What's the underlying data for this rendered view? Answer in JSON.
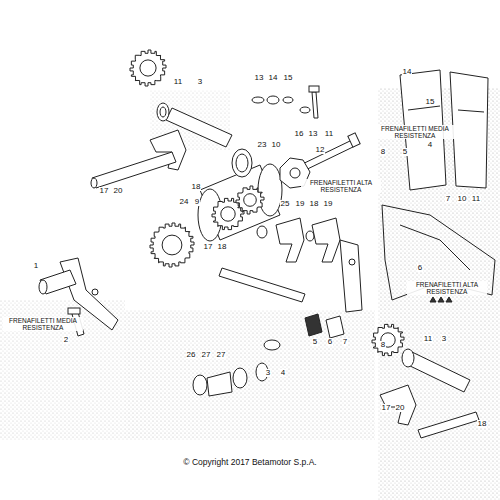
{
  "diagram": {
    "labels": [
      "11",
      "3",
      "13",
      "14",
      "15",
      "14",
      "15",
      "16",
      "13",
      "11",
      "FRENAFILETTI MEDIA RESISTENZA",
      "4",
      "12",
      "23",
      "10",
      "8",
      "5",
      "FRENAFILETTI ALTA RESISTENZA",
      "17",
      "20",
      "18",
      "7",
      "10",
      "11",
      "24",
      "9",
      "25",
      "19",
      "18",
      "19",
      "17",
      "18",
      "1",
      "6",
      "FRENAFILETTI ALTA RESISTENZA",
      "FRENAFILETTI MEDIA RESISTENZA",
      "2",
      "11",
      "3",
      "5",
      "6",
      "7",
      "8",
      "26",
      "27",
      "27",
      "3",
      "4",
      "17",
      "20",
      "18",
      "© Copyright 2017 Betamotor S.p.A."
    ]
  }
}
